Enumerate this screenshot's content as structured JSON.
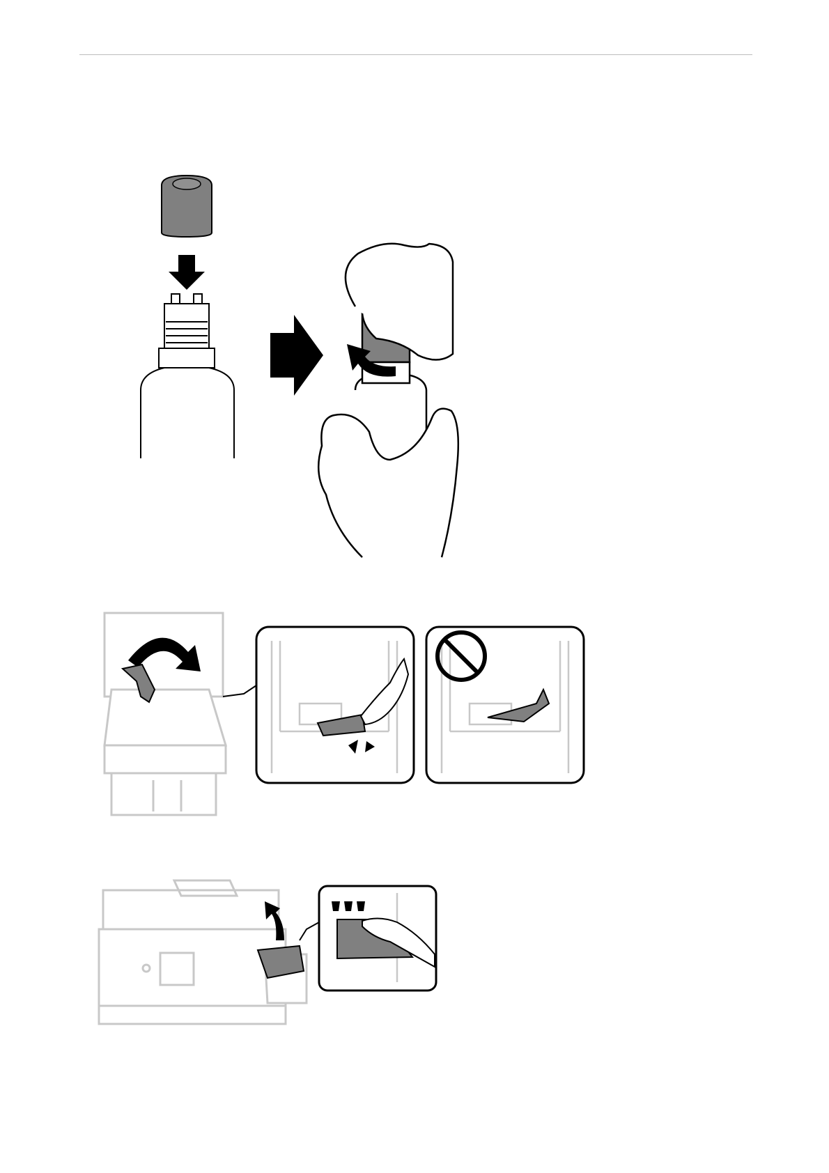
{
  "colors": {
    "line": "#000000",
    "ink_fill": "#808080",
    "printer_line": "#c8c8c8",
    "background": "#ffffff"
  },
  "illustrations": [
    {
      "id": "fig1",
      "icons": [
        "ink-bottle-cap-icon",
        "arrow-down-icon",
        "ink-bottle-icon",
        "arrow-right-icon",
        "hands-twisting-cap-icon",
        "rotate-arrow-icon"
      ]
    },
    {
      "id": "fig2",
      "icons": [
        "printer-open-cover-icon",
        "curved-arrow-icon",
        "tank-cap-closeup-icon",
        "press-indicator-icon",
        "prohibited-icon",
        "tank-cap-wrong-icon"
      ]
    },
    {
      "id": "fig3",
      "icons": [
        "printer-icon",
        "lift-arrow-icon",
        "tank-unit-icon",
        "hand-lifting-unit-icon"
      ]
    }
  ]
}
